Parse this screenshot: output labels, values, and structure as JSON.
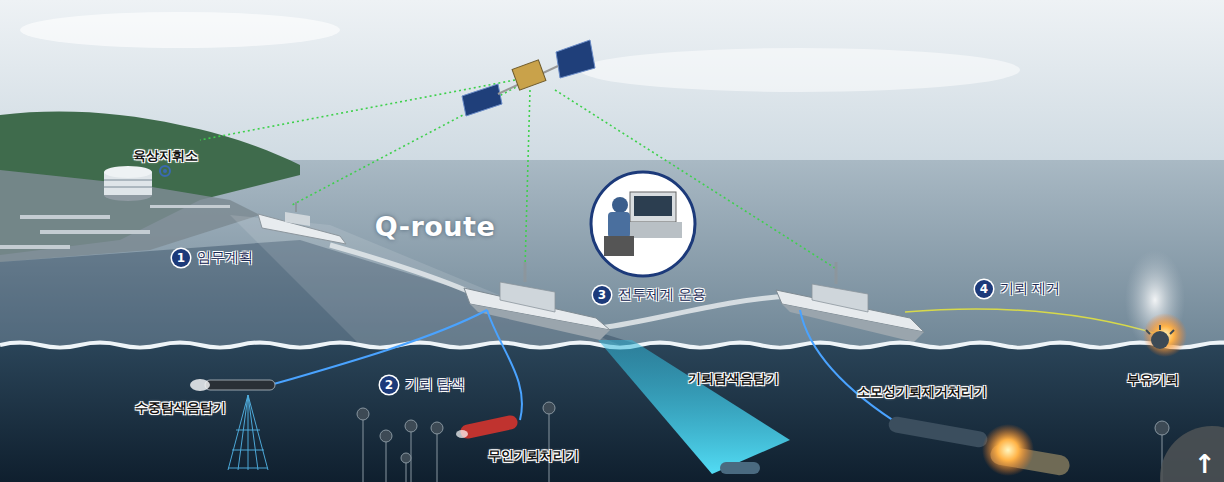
{
  "diagram": {
    "labels": [
      "육상지휘소",
      "Q-route",
      "1",
      "임무계획",
      "2",
      "기뢰 탐색",
      "3",
      "전투체계 운용",
      "4",
      "기뢰 제거",
      "수중탐색음탐기",
      "무인기뢰처리기",
      "기뢰탐색음탐기",
      "소모성기뢰제거처리기",
      "부유기뢰",
      "↑"
    ]
  }
}
